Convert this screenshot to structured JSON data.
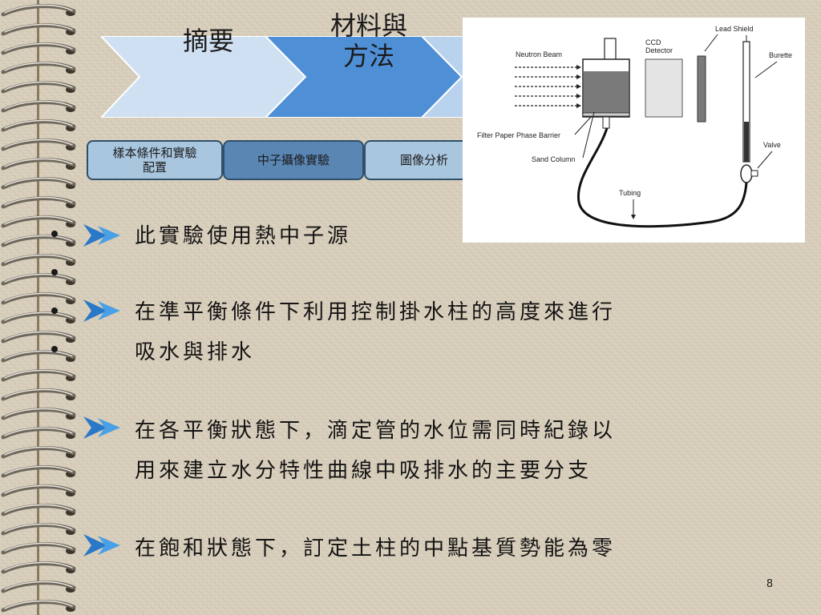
{
  "chevrons": [
    {
      "label": "摘要"
    },
    {
      "label": "材料與\n方法"
    }
  ],
  "subtabs": [
    {
      "label": "樣本條件和實驗\n配置"
    },
    {
      "label": "中子攝像實驗"
    },
    {
      "label": "圖像分析"
    }
  ],
  "figure": {
    "neutron_beam": "Neutron Beam",
    "ccd_detector_line1": "CCD",
    "ccd_detector_line2": "Detector",
    "lead_shield": "Lead Shield",
    "burette": "Burette",
    "filter_paper": "Filter Paper Phase Barrier",
    "sand_column": "Sand Column",
    "valve": "Valve",
    "tubing": "Tubing"
  },
  "items": [
    {
      "text": "此實驗使用熱中子源"
    },
    {
      "text": "在準平衡條件下利用控制掛水柱的高度來進行\n吸水與排水"
    },
    {
      "text": "在各平衡狀態下，滴定管的水位需同時紀錄以\n用來建立水分特性曲線中吸排水的主要分支"
    },
    {
      "text": "在飽和狀態下，訂定土柱的中點基質勢能為零"
    }
  ],
  "page_number": "8",
  "colors": {
    "chevron_light": "#cfe0f3",
    "chevron_active": "#4f8fd6",
    "subtab_fill": "#a9c6df",
    "subtab_active": "#5a86b4",
    "arrow_blue": "#2a78c8"
  }
}
